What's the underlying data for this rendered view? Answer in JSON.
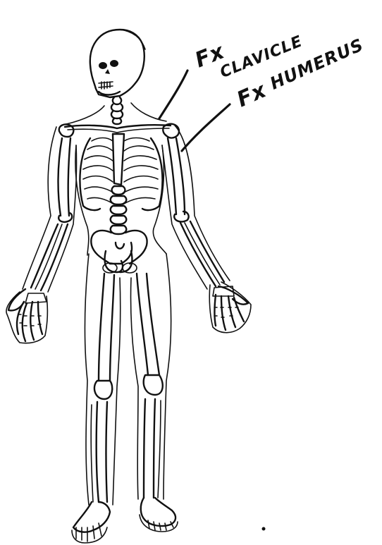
{
  "annotations": [
    {
      "id": "clavicle",
      "prefix": "Fx",
      "label": "CLAVICLE"
    },
    {
      "id": "humerus",
      "prefix": "Fx",
      "label": "HUMERUS"
    }
  ],
  "colors": {
    "ink": "#111111",
    "paper": "#ffffff"
  }
}
